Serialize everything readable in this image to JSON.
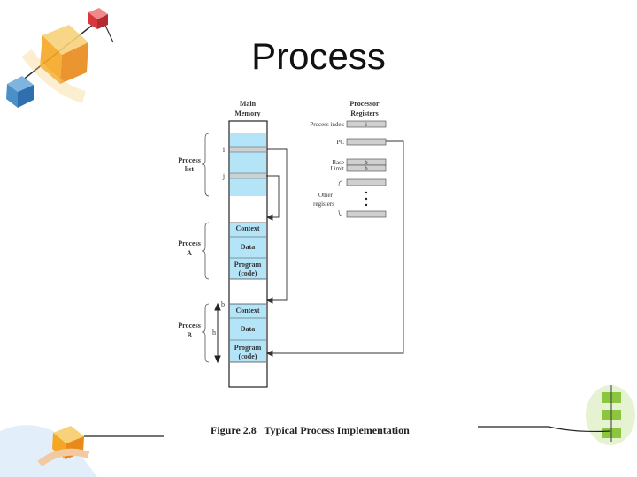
{
  "slide": {
    "title": "Process"
  },
  "diagram": {
    "main_memory_label": [
      "Main",
      "Memory"
    ],
    "processor_registers_label": [
      "Processor",
      "Registers"
    ],
    "registers": {
      "process_index": "Process index",
      "process_index_value": "i",
      "pc": "PC",
      "base": "Base",
      "limit": "Limit",
      "base_value": "b",
      "limit_value": "h",
      "other_registers": [
        "Other",
        "registers"
      ]
    },
    "process_list_label": [
      "Process",
      "list"
    ],
    "process_list_markers": [
      "i",
      "j"
    ],
    "process_a_label": [
      "Process",
      "A"
    ],
    "process_b_label": [
      "Process",
      "B"
    ],
    "process_b_markers": [
      "b",
      "h"
    ],
    "process_a_blocks": [
      "Context",
      "Data",
      "Program",
      "(code)"
    ],
    "process_b_blocks": [
      "Context",
      "Data",
      "Program",
      "(code)"
    ],
    "caption": "Figure 2.8   Typical Process Implementation",
    "colors": {
      "block_fill": "#b3e4f7",
      "register_fill": "#d0d0d0",
      "accent_orange": "#f5a623",
      "accent_blue": "#4a90c8",
      "accent_green": "#8cc63f",
      "accent_red": "#d9363e"
    }
  }
}
